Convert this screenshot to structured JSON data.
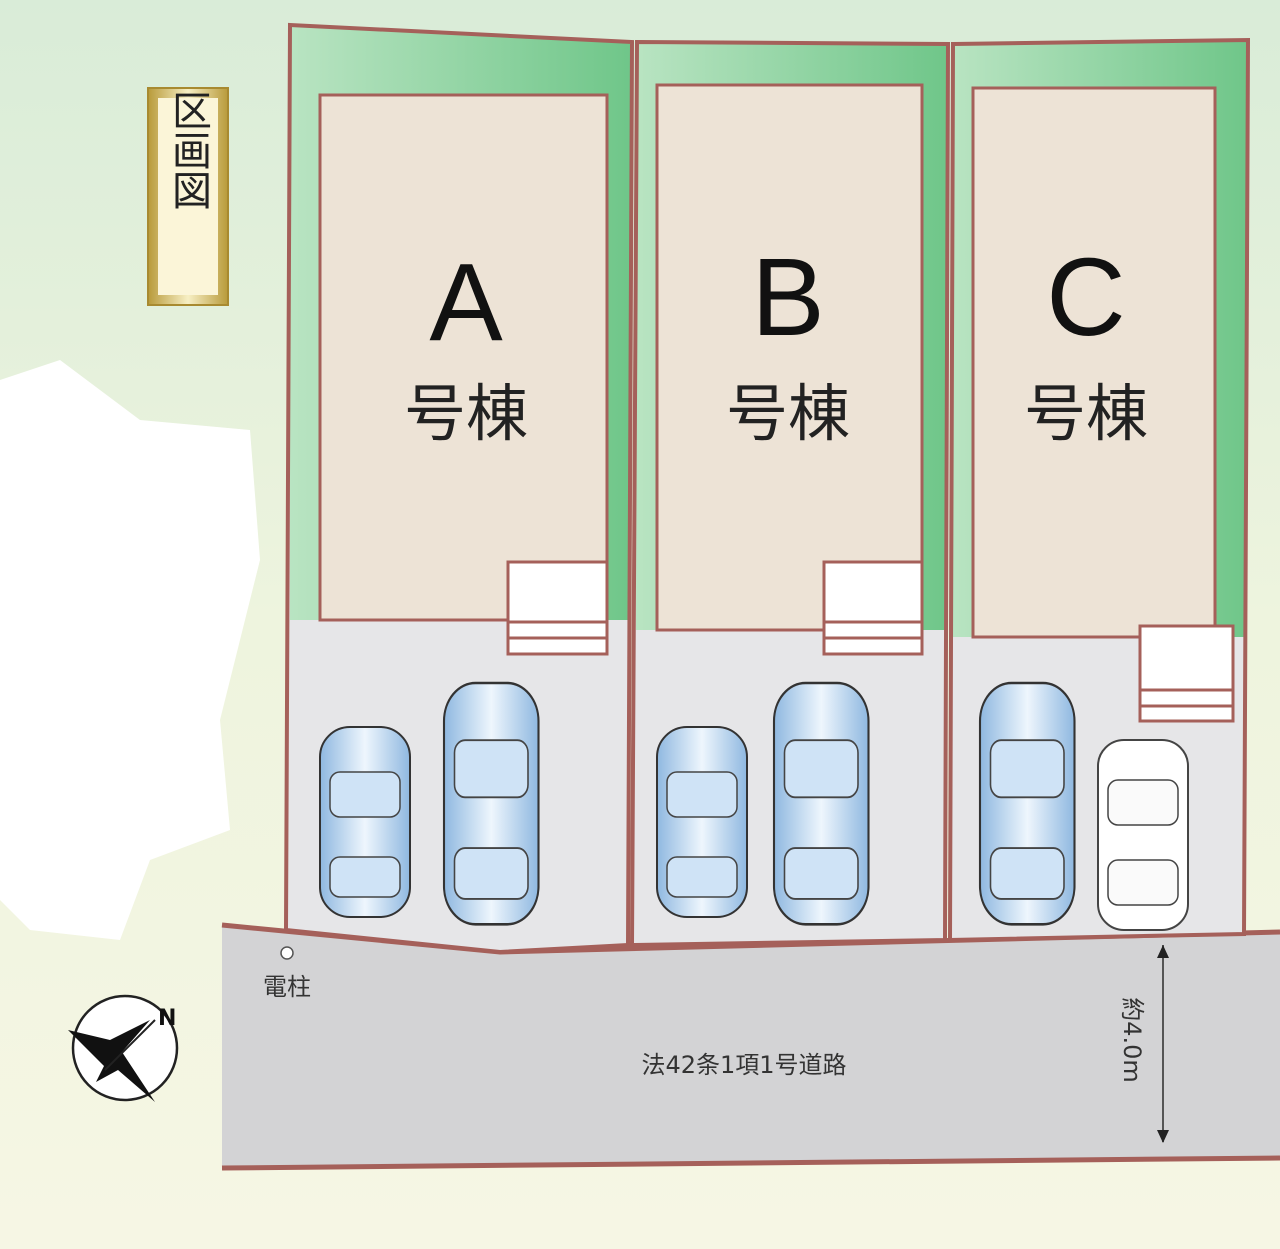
{
  "title_label": "区画図",
  "lots": [
    {
      "letter": "A",
      "suffix": "号棟"
    },
    {
      "letter": "B",
      "suffix": "号棟"
    },
    {
      "letter": "C",
      "suffix": "号棟"
    }
  ],
  "utility_pole_label": "電柱",
  "road_label": "法42条1項1号道路",
  "road_width_label": "約4.0m",
  "compass_label": "N",
  "colors": {
    "border": "#a5605a",
    "green": "#86cf98",
    "building": "#ede3d6",
    "parking": "#e6e6e8",
    "road": "#d3d3d5"
  }
}
